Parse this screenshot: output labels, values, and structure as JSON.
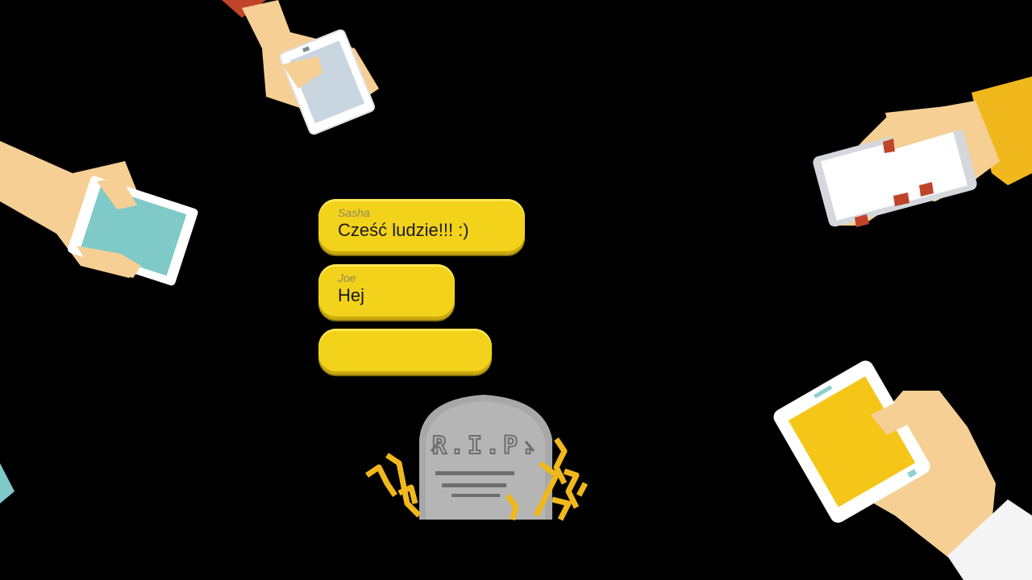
{
  "chat": {
    "messages": [
      {
        "sender": "Sasha",
        "text": "Cześć ludzie!!! :)"
      },
      {
        "sender": "Joe",
        "text": "Hej"
      },
      {
        "sender": "",
        "text": ""
      }
    ]
  },
  "tombstone": {
    "text": "R.I.P."
  },
  "colors": {
    "background": "#000000",
    "bubble": "#f2d21a",
    "skin": "#f5cf94",
    "stone": "#a8a8a8",
    "accent_yellow": "#f0b81c",
    "phone_screen_blue": "#c9d6e0",
    "phone_screen_teal": "#7fc9c9",
    "phone_screen_yellow": "#f5c518"
  }
}
